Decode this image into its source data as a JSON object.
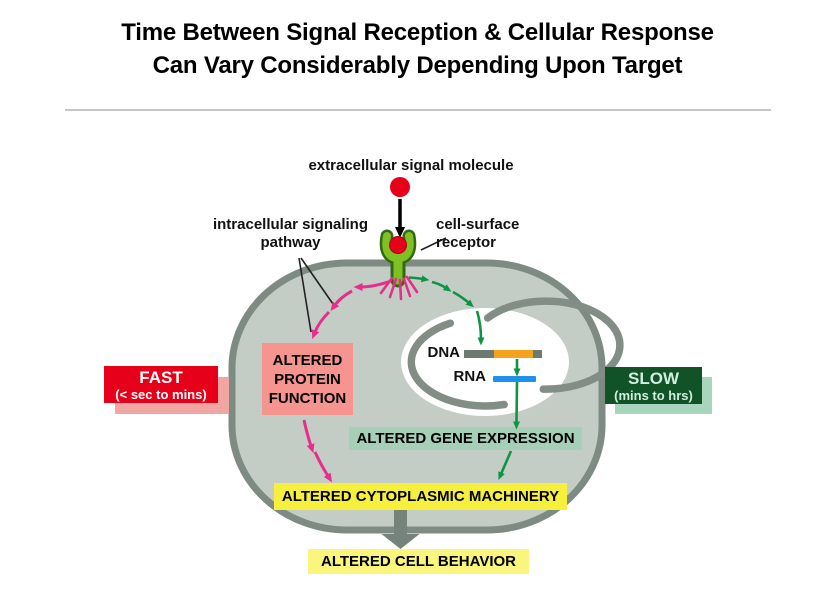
{
  "title": {
    "line1": "Time Between Signal Reception & Cellular Response",
    "line2": "Can Vary Considerably Depending Upon Target"
  },
  "annotations": {
    "extracellular_signal": "extracellular signal molecule",
    "cell_surface_receptor": {
      "line1": "cell-surface",
      "line2": "receptor"
    },
    "intracellular_pathway": {
      "line1": "intracellular signaling",
      "line2": "pathway"
    },
    "dna": "DNA",
    "rna": "RNA"
  },
  "speed_badges": {
    "fast": {
      "label": "FAST",
      "range": "(< sec to mins)",
      "bg": "#e60019",
      "shadow": "#f2a6a3",
      "text_color": "#ffffff"
    },
    "slow": {
      "label": "SLOW",
      "range": "(mins to hrs)",
      "bg": "#115227",
      "shadow": "#a8d6bd",
      "text_color": "#cfeede"
    }
  },
  "outcome_boxes": {
    "altered_protein": {
      "line1": "ALTERED",
      "line2": "PROTEIN",
      "line3": "FUNCTION",
      "bg": "#f69490"
    },
    "altered_gene_expression": {
      "label": "ALTERED GENE EXPRESSION",
      "bg": "#a5cfb6"
    },
    "altered_cytoplasmic_machinery": {
      "label": "ALTERED CYTOPLASMIC MACHINERY",
      "bg": "#f7ef3e"
    },
    "altered_cell_behavior": {
      "label": "ALTERED CELL BEHAVIOR",
      "bg": "#f9f57d"
    }
  },
  "colors": {
    "cell_fill": "#c4cdc5",
    "membrane": "#7d8b82",
    "nucleus_envelope": "#828e85",
    "signal_red": "#e60019",
    "receptor_green": "#7fc024",
    "receptor_outline": "#336912",
    "pathway_pink": "#e62e8a",
    "pathway_green": "#0f9447",
    "dna_gray": "#6d7a72",
    "dna_orange": "#f5a21d",
    "rna_blue": "#2091e8",
    "gray_arrow": "#75837b",
    "divider": "#c6c6c6"
  }
}
